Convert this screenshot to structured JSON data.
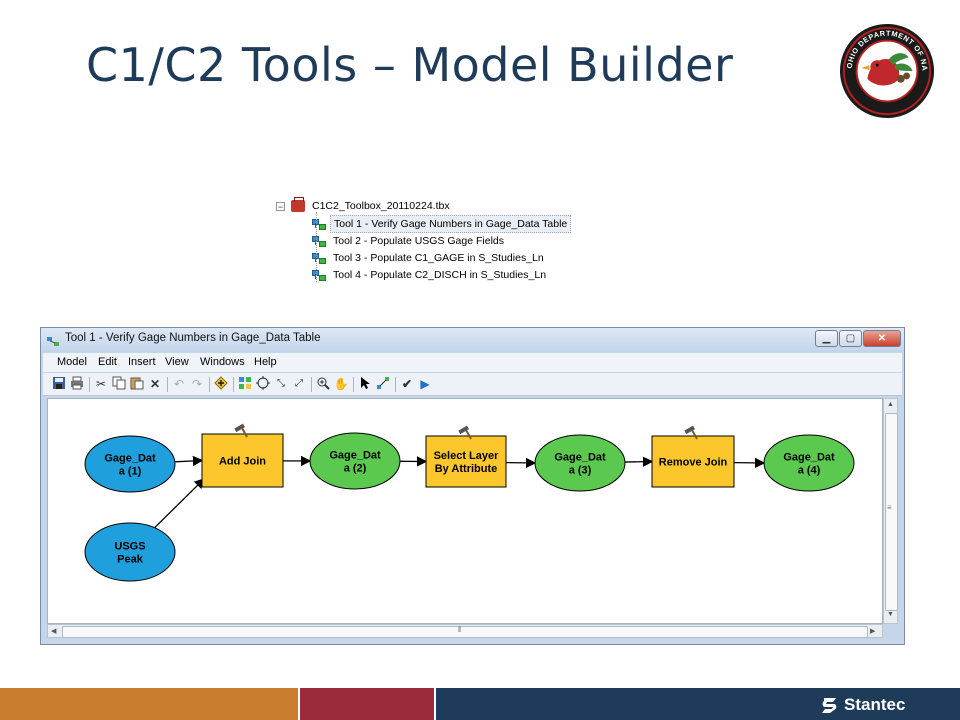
{
  "slide": {
    "title": "C1/C2 Tools – Model Builder",
    "logo_icon": "ohio-dnr-seal-icon",
    "logo_text": "OHIO DEPARTMENT OF NATURAL RESOURCES"
  },
  "toolbox": {
    "toolbox_name": "C1C2_Toolbox_20110224.tbx",
    "tools": [
      "Tool 1 - Verify Gage Numbers in Gage_Data Table",
      "Tool 2 - Populate USGS Gage Fields",
      "Tool 3 - Populate C1_GAGE in S_Studies_Ln",
      "Tool 4 - Populate C2_DISCH in S_Studies_Ln"
    ]
  },
  "window": {
    "title": "Tool 1 - Verify Gage Numbers in Gage_Data Table",
    "menu": [
      "Model",
      "Edit",
      "Insert",
      "View",
      "Windows",
      "Help"
    ],
    "toolbar_icons": [
      "save-icon",
      "print-icon",
      "cut-icon",
      "copy-icon",
      "paste-icon",
      "delete-icon",
      "undo-icon",
      "redo-icon",
      "add-data-icon",
      "auto-layout-icon",
      "full-extent-icon",
      "zoom-in-fixed-icon",
      "zoom-out-fixed-icon",
      "zoom-in-icon",
      "pan-icon",
      "select-icon",
      "connect-icon",
      "validate-icon",
      "run-icon"
    ]
  },
  "model": {
    "nodes": [
      {
        "id": "gage-data-1",
        "kind": "input-data",
        "lines": [
          "Gage_Dat",
          "a (1)"
        ],
        "color": "#1f9fdc"
      },
      {
        "id": "usgs-peak",
        "kind": "input-data",
        "lines": [
          "USGS",
          "Peak"
        ],
        "color": "#1f9fdc"
      },
      {
        "id": "add-join",
        "kind": "tool",
        "lines": [
          "Add Join"
        ],
        "color": "#fcc72c"
      },
      {
        "id": "gage-data-2",
        "kind": "derived-data",
        "lines": [
          "Gage_Dat",
          "a (2)"
        ],
        "color": "#5bc84f"
      },
      {
        "id": "select-layer-by-attribute",
        "kind": "tool",
        "lines": [
          "Select Layer",
          "By Attribute"
        ],
        "color": "#fcc72c"
      },
      {
        "id": "gage-data-3",
        "kind": "derived-data",
        "lines": [
          "Gage_Dat",
          "a (3)"
        ],
        "color": "#5bc84f"
      },
      {
        "id": "remove-join",
        "kind": "tool",
        "lines": [
          "Remove Join"
        ],
        "color": "#fcc72c"
      },
      {
        "id": "gage-data-4",
        "kind": "derived-data",
        "lines": [
          "Gage_Dat",
          "a (4)"
        ],
        "color": "#5bc84f"
      }
    ],
    "connections": [
      [
        "gage-data-1",
        "add-join"
      ],
      [
        "usgs-peak",
        "add-join"
      ],
      [
        "add-join",
        "gage-data-2"
      ],
      [
        "gage-data-2",
        "select-layer-by-attribute"
      ],
      [
        "select-layer-by-attribute",
        "gage-data-3"
      ],
      [
        "gage-data-3",
        "remove-join"
      ],
      [
        "remove-join",
        "gage-data-4"
      ]
    ]
  },
  "footer": {
    "brand": "Stantec",
    "colors": [
      "#c97d2e",
      "#9b2b3a",
      "#1f3b5a"
    ]
  }
}
